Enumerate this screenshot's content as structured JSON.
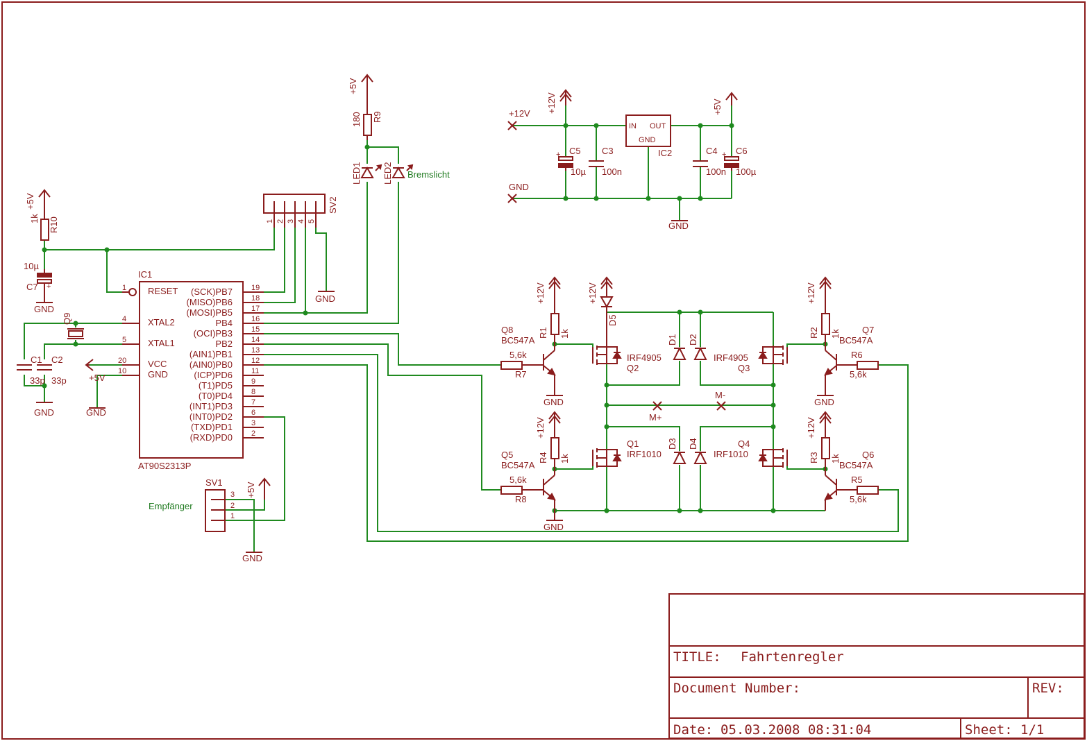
{
  "title_block": {
    "title_label": "TITLE:",
    "title": "Fahrtenregler",
    "document_number_label": "Document Number:",
    "rev_label": "REV:",
    "date_label": "Date:",
    "date": "05.03.2008 08:31:04",
    "sheet_label": "Sheet:",
    "sheet": "1/1"
  },
  "components": {
    "ic1": {
      "ref": "IC1",
      "type": "AT90S2313P",
      "reset": "RESET",
      "xtal2": "XTAL2",
      "xtal1": "XTAL1",
      "vcc": "VCC",
      "gnd": "GND",
      "left_pins": [
        "1",
        "4",
        "5",
        "20",
        "10"
      ],
      "right_pins": [
        {
          "name": "(SCK)PB7",
          "num": "19"
        },
        {
          "name": "(MISO)PB6",
          "num": "18"
        },
        {
          "name": "(MOSI)PB5",
          "num": "17"
        },
        {
          "name": "PB4",
          "num": "16"
        },
        {
          "name": "(OCI)PB3",
          "num": "15"
        },
        {
          "name": "PB2",
          "num": "14"
        },
        {
          "name": "(AIN1)PB1",
          "num": "13"
        },
        {
          "name": "(AIN0)PB0",
          "num": "12"
        },
        {
          "name": "(ICP)PD6",
          "num": "11"
        },
        {
          "name": "(T1)PD5",
          "num": "9"
        },
        {
          "name": "(T0)PD4",
          "num": "8"
        },
        {
          "name": "(INT1)PD3",
          "num": "7"
        },
        {
          "name": "(INT0)PD2",
          "num": "6"
        },
        {
          "name": "(TXD)PD1",
          "num": "3"
        },
        {
          "name": "(RXD)PD0",
          "num": "2"
        }
      ]
    },
    "ic2": {
      "ref": "IC2",
      "in": "IN",
      "out": "OUT",
      "gnd": "GND"
    },
    "r10": {
      "ref": "R10",
      "value": "1k"
    },
    "c7": {
      "ref": "C7",
      "value": "10µ"
    },
    "c1": {
      "ref": "C1",
      "value": "33p"
    },
    "c2": {
      "ref": "C2",
      "value": "33p"
    },
    "q9": {
      "ref": "Q9"
    },
    "r9": {
      "ref": "R9",
      "value": "180"
    },
    "led1": {
      "ref": "LED1"
    },
    "led2": {
      "ref": "LED2"
    },
    "sv2": {
      "ref": "SV2",
      "pins": [
        "1",
        "2",
        "3",
        "4",
        "5"
      ]
    },
    "sv1": {
      "ref": "SV1",
      "pins": [
        "3",
        "2",
        "1"
      ]
    },
    "c5": {
      "ref": "C5",
      "value": "10µ"
    },
    "c3": {
      "ref": "C3",
      "value": "100n"
    },
    "c4": {
      "ref": "C4",
      "value": "100n"
    },
    "c6": {
      "ref": "C6",
      "value": "100µ"
    },
    "q8": {
      "ref": "Q8",
      "value": "BC547A"
    },
    "q5": {
      "ref": "Q5",
      "value": "BC547A"
    },
    "q7": {
      "ref": "Q7",
      "value": "BC547A"
    },
    "q6": {
      "ref": "Q6",
      "value": "BC547A"
    },
    "r1": {
      "ref": "R1",
      "value": "1k"
    },
    "r4": {
      "ref": "R4",
      "value": "1k"
    },
    "r2": {
      "ref": "R2",
      "value": "1k"
    },
    "r3": {
      "ref": "R3",
      "value": "1k"
    },
    "r7": {
      "ref": "R7",
      "value": "5,6k"
    },
    "r8": {
      "ref": "R8",
      "value": "5,6k"
    },
    "r6": {
      "ref": "R6",
      "value": "5,6k"
    },
    "r5": {
      "ref": "R5",
      "value": "5,6k"
    },
    "q2": {
      "ref": "Q2",
      "value": "IRF4905"
    },
    "q3": {
      "ref": "Q3",
      "value": "IRF4905"
    },
    "q1": {
      "ref": "Q1",
      "value": "IRF1010"
    },
    "q4": {
      "ref": "Q4",
      "value": "IRF1010"
    },
    "d1": {
      "ref": "D1"
    },
    "d2": {
      "ref": "D2"
    },
    "d3": {
      "ref": "D3"
    },
    "d4": {
      "ref": "D4"
    },
    "d5": {
      "ref": "D5"
    }
  },
  "supplies": {
    "v5": "+5V",
    "v12": "+12V",
    "gnd": "GND"
  },
  "net_labels": {
    "bremslicht": "Bremslicht",
    "empfaenger": "Empfänger",
    "mplus": "M+",
    "mminus": "M-",
    "in12": "+12V",
    "ingnd": "GND"
  }
}
